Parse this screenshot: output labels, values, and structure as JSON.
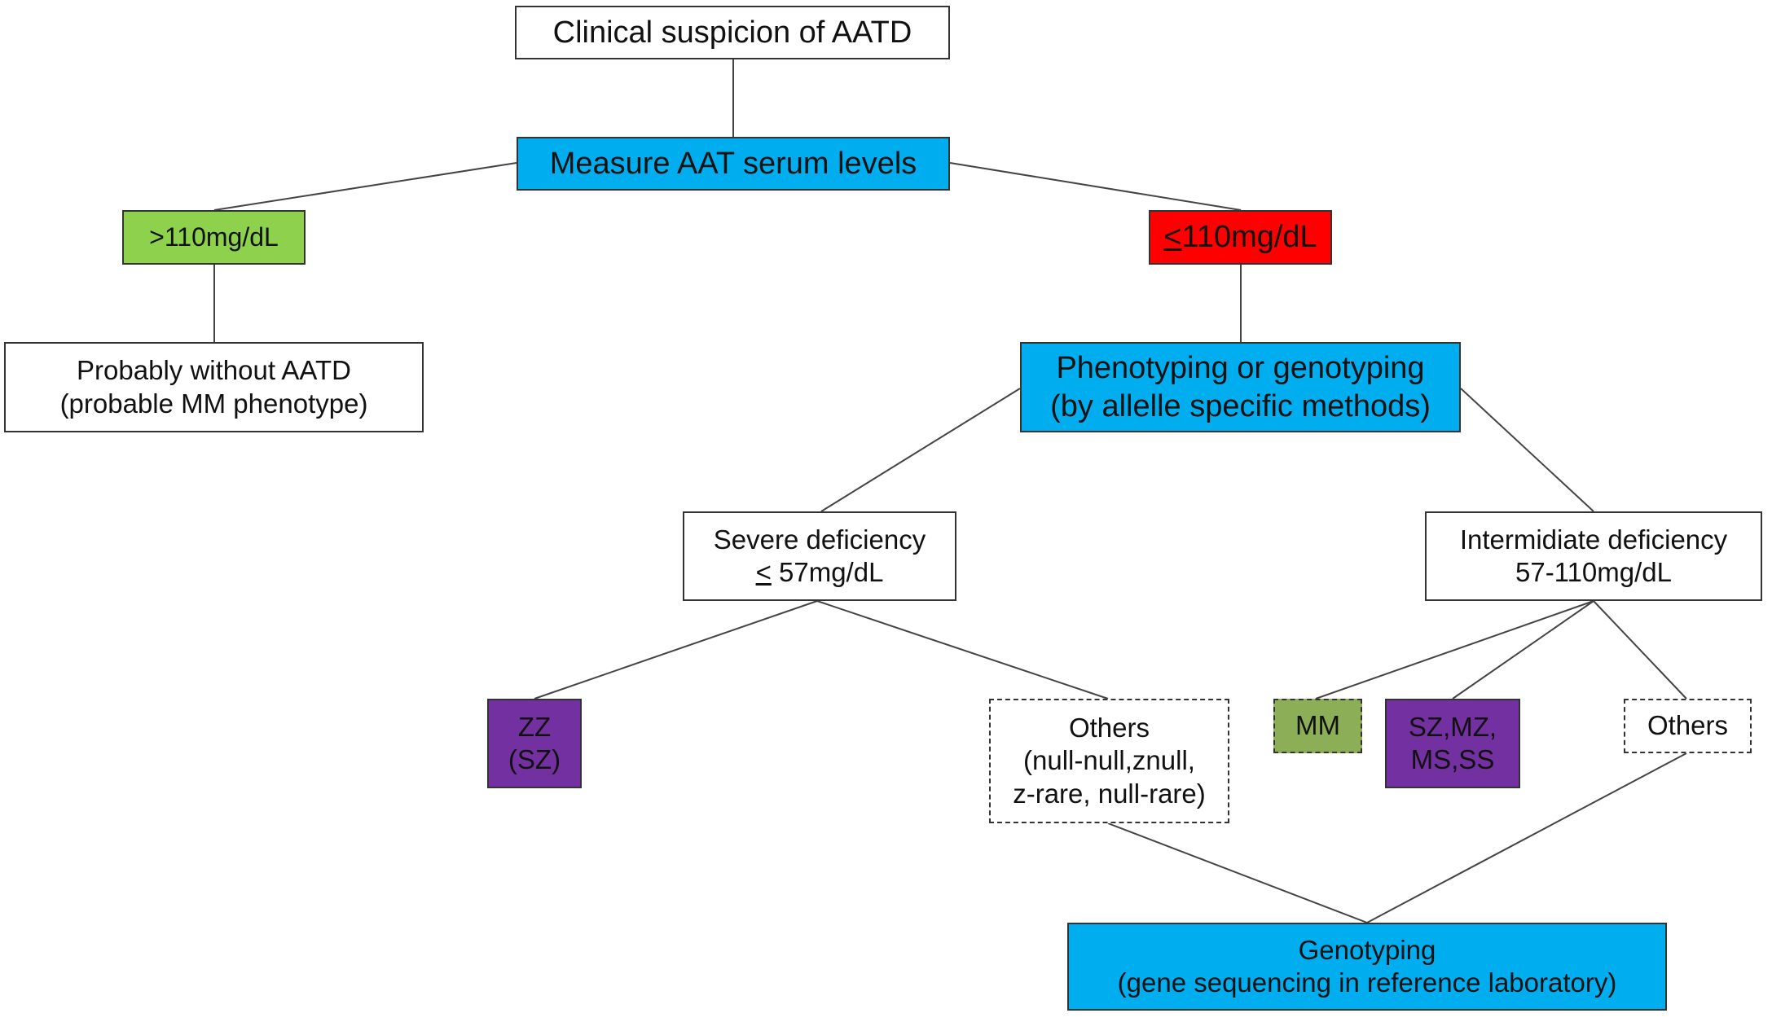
{
  "colors": {
    "blue": "#00AEEF",
    "green": "#8DD14C",
    "red": "#FF0000",
    "purple": "#7330A0",
    "olive": "#8CAE56",
    "white": "#FFFFFF",
    "line": "#444444"
  },
  "nodes": {
    "clinical": {
      "lines": [
        "Clinical suspicion of AATD"
      ]
    },
    "measure": {
      "lines": [
        "Measure AAT serum levels"
      ]
    },
    "high": {
      "lines": [
        ">110mg/dL"
      ]
    },
    "low": {
      "symbol": "<",
      "text": "110mg/dL"
    },
    "probably": {
      "lines": [
        "Probably without AATD",
        "(probable MM phenotype)"
      ]
    },
    "phenotyping": {
      "lines": [
        "Phenotyping or genotyping",
        "(by allelle specific methods)"
      ]
    },
    "severe": {
      "title": "Severe deficiency",
      "symbol": "<",
      "text": " 57mg/dL"
    },
    "intermediate": {
      "lines": [
        "Intermidiate deficiency",
        "57-110mg/dL"
      ]
    },
    "zz": {
      "lines": [
        "ZZ",
        "(SZ)"
      ]
    },
    "others_severe": {
      "lines": [
        "Others",
        "(null-null,znull,",
        "z-rare, null-rare)"
      ]
    },
    "mm": {
      "lines": [
        "MM"
      ]
    },
    "sz_mz": {
      "lines": [
        "SZ,MZ,",
        "MS,SS"
      ]
    },
    "others_intermediate": {
      "lines": [
        "Others"
      ]
    },
    "genotyping": {
      "lines": [
        "Genotyping",
        "(gene sequencing in reference laboratory)"
      ]
    }
  }
}
